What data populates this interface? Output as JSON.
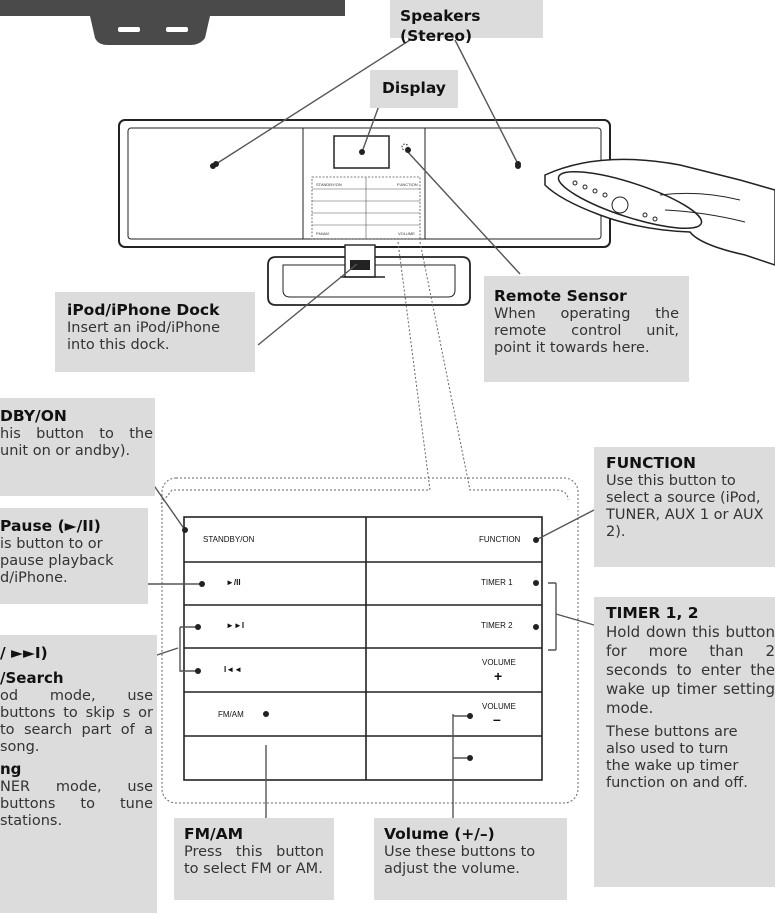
{
  "callouts": {
    "speakers": {
      "title": "Speakers (Stereo)"
    },
    "display": {
      "title": "Display"
    },
    "dock": {
      "title": "iPod/iPhone Dock",
      "body": "Insert an iPod/iPhone into this dock."
    },
    "remote_sensor": {
      "title": "Remote Sensor",
      "body": "When operating the remote control unit, point it towards here."
    },
    "standby": {
      "title": "DBY/ON",
      "body": "his button to the unit on or andby)."
    },
    "play_pause": {
      "title": "Pause (►/II)",
      "body": "is button to or pause playback d/iPhone."
    },
    "skip": {
      "title": "/ ►►I)",
      "sub1": "/Search",
      "body1": "od mode, use buttons to skip s or to search part of a song.",
      "sub2": "ng",
      "body2": "NER mode, use buttons to tune stations."
    },
    "function": {
      "title": "FUNCTION",
      "body": "Use this button to select a source (iPod, TUNER, AUX 1 or AUX 2)."
    },
    "timer": {
      "title": "TIMER 1, 2",
      "body1": "Hold down this button for more than 2 seconds to enter the wake up timer setting mode.",
      "body2": "These buttons are also used to turn the wake up timer function on and off."
    },
    "fmam": {
      "title": "FM/AM",
      "body": "Press this button to select FM or AM."
    },
    "volume": {
      "title": "Volume (+/–)",
      "body": "Use these buttons to adjust the volume."
    }
  },
  "panel": {
    "standby": "STANDBY/ON",
    "function": "FUNCTION",
    "play": "►/II",
    "timer1": "TIMER 1",
    "next": "►►I",
    "timer2": "TIMER 2",
    "prev": "I◄◄",
    "volume_up_label": "VOLUME",
    "volume_up_sign": "+",
    "fmam": "FM/AM",
    "volume_down_label": "VOLUME",
    "volume_down_sign": "–"
  },
  "colors": {
    "callout_bg": "#dcdcdc",
    "line": "#555555",
    "dark": "#4a4a4a"
  }
}
